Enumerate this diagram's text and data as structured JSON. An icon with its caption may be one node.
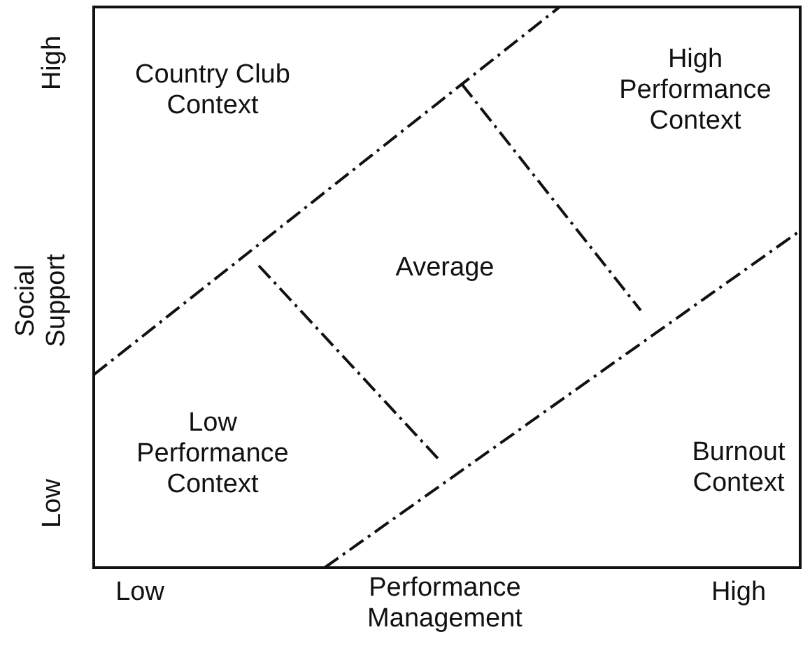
{
  "diagram": {
    "labels": [
      "High",
      "Country Club Context",
      "High Performance Context",
      "Social Support",
      "Average",
      "Low Performance Context",
      "Burnout Context",
      "Low",
      "Low",
      "Performance Management",
      "High"
    ]
  }
}
